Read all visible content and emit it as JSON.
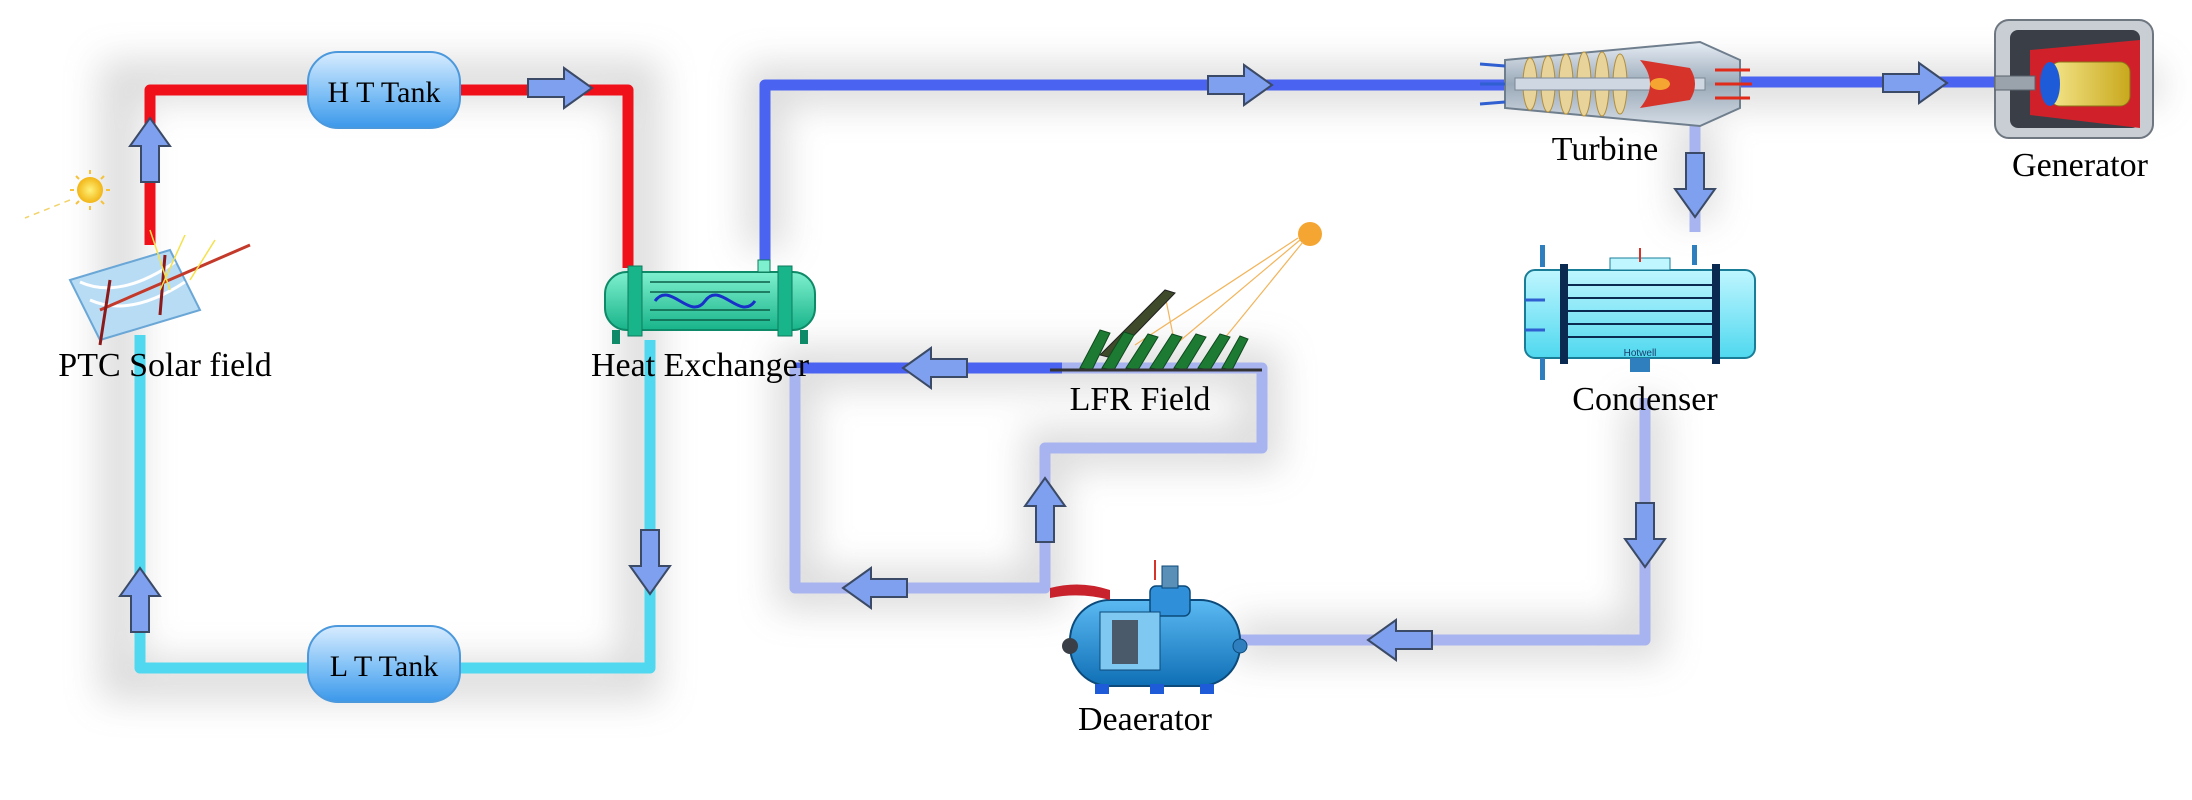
{
  "labels": {
    "ptc_solar_field": "PTC Solar field",
    "ht_tank": "H T Tank",
    "lt_tank": "L T Tank",
    "heat_exchanger": "Heat Exchanger",
    "lfr_field": "LFR Field",
    "turbine": "Turbine",
    "generator": "Generator",
    "condenser": "Condenser",
    "condenser_hotwell": "Hotwell",
    "deaerator": "Deaerator"
  },
  "colors": {
    "hot_oil": "#f0101a",
    "cold_oil": "#4fd8ef",
    "steam": "#4a63f0",
    "water": "#a8b4f0",
    "arrow_fill": "#7ea0ee",
    "tank_fill": "#5fb2f3",
    "exchanger_fill": "#2fd3a4",
    "sun": "#f5a531"
  }
}
